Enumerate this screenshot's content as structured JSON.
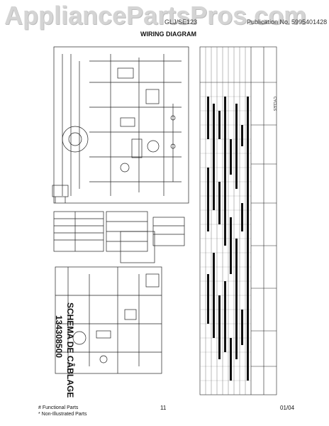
{
  "watermark": "AppliancePartsPros.com",
  "header": {
    "left_code": "GLJ/SE123",
    "publication": "Publication No. 5995401428",
    "title": "WIRING DIAGRAM"
  },
  "diagram": {
    "label_spanish": "SCHEMA DE CÂBLAGE",
    "part_number": "134308500",
    "cycle_title": "CYCLES"
  },
  "footer": {
    "note_functional": "# Functional Parts",
    "note_non_illustrated": "* Non-Illustrated Parts",
    "page_number": "11",
    "date": "01/04"
  }
}
